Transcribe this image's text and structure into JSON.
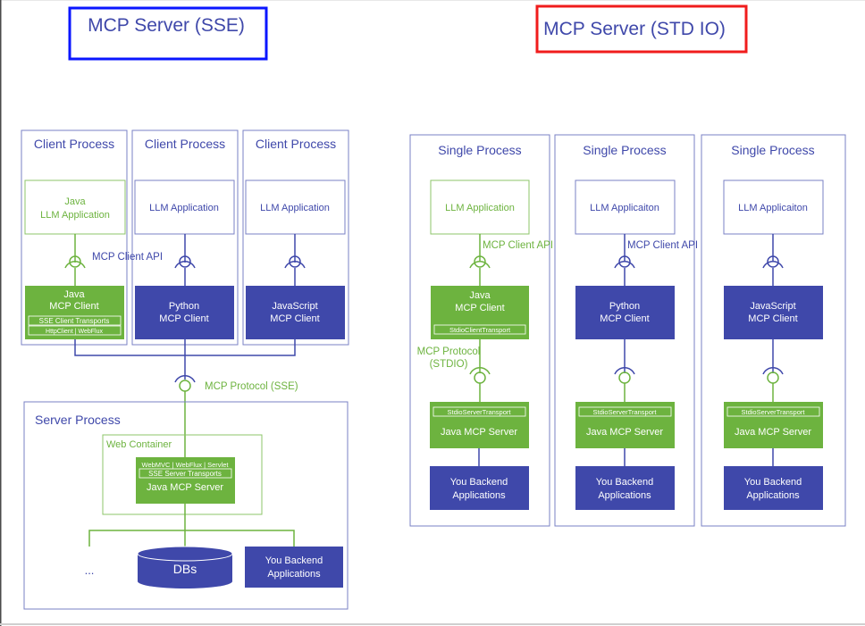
{
  "titles": {
    "sse": "MCP Server (SSE)",
    "stdio": "MCP Server (STD IO)"
  },
  "colors": {
    "blue": "#3f48aa",
    "green": "#6db33f",
    "sse_frame": "#0a16ff",
    "stdio_frame": "#f01c1c"
  },
  "sse": {
    "client_process_label": "Client Process",
    "java_llm_app": "Java\nLLM Application",
    "llm_app": "LLM Application",
    "mcp_client_api": "MCP Client API",
    "java_client": "Java\nMCP Client",
    "sse_client_transports": "SSE Client Transports",
    "httpclient_webflux": "HttpClient | WebFlux",
    "python_client": "Python\nMCP Client",
    "javascript_client": "JavaScript\nMCP Client",
    "mcp_protocol": "MCP Protocol (SSE)",
    "server_process": "Server Process",
    "web_container": "Web Container",
    "webmvc_row": "WebMVC | WebFlux | Servlet",
    "sse_server_transports": "SSE Server Transports",
    "java_mcp_server": "Java MCP Server",
    "ellipsis": "...",
    "dbs": "DBs",
    "backend": "You Backend\nApplications"
  },
  "stdio": {
    "single_process": "Single Process",
    "llm_app_1": "LLM Application",
    "llm_app_2": "LLM Applicaiton",
    "llm_app_3": "LLM Applicaiton",
    "mcp_client_api": "MCP Client API",
    "java_client": "Java\nMCP Client",
    "stdio_client_transport": "StdioClientTransport",
    "python_client": "Python\nMCP Client",
    "javascript_client": "JavaScript\nMCP Client",
    "mcp_protocol": "MCP Protocol\n(STDIO)",
    "stdio_server_transport": "StdioServerTransport",
    "java_mcp_server": "Java MCP Server",
    "backend": "You Backend\nApplications"
  }
}
